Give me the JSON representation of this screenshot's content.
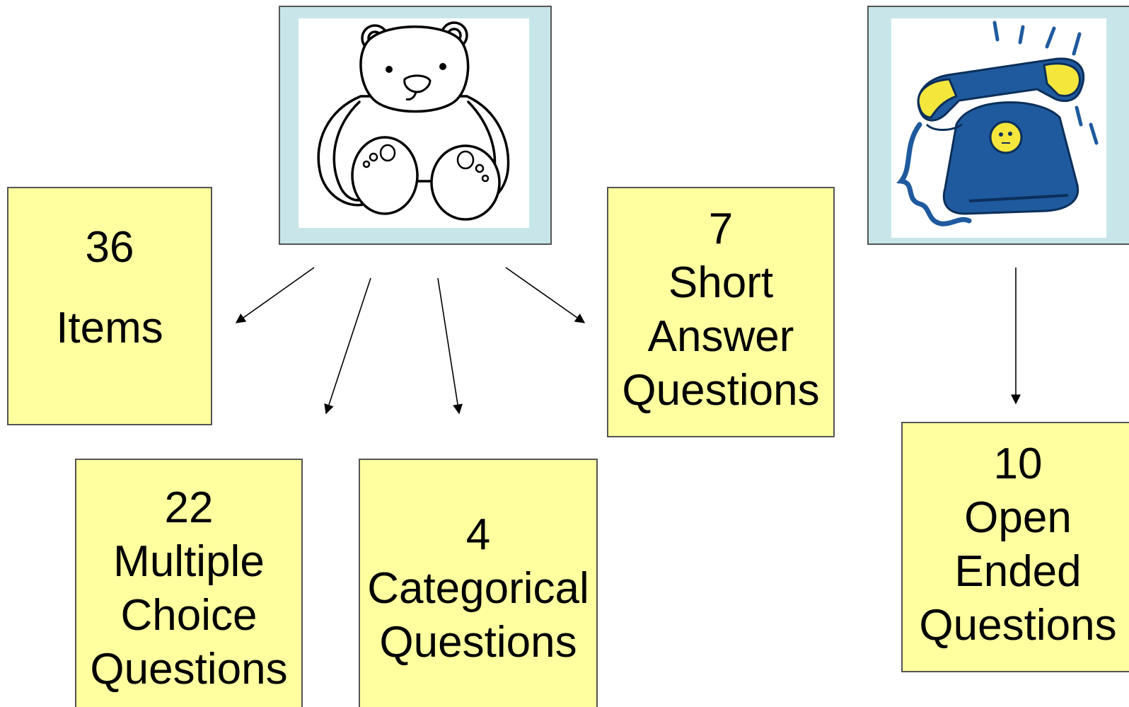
{
  "boxes": {
    "items": {
      "number": "36",
      "lines": [
        "Items"
      ]
    },
    "multiple_choice": {
      "number": "22",
      "lines": [
        "Multiple",
        "Choice",
        "Questions"
      ]
    },
    "categorical": {
      "number": "4",
      "lines": [
        "Categorical",
        "Questions"
      ]
    },
    "short_answer": {
      "number": "7",
      "lines": [
        "Short",
        "Answer",
        "Questions"
      ]
    },
    "open_ended": {
      "number": "10",
      "lines": [
        "Open",
        "Ended",
        "Questions"
      ]
    }
  },
  "images": {
    "left": {
      "icon": "teddy-bear-icon"
    },
    "right": {
      "icon": "telephone-icon"
    }
  },
  "colors": {
    "box_fill": "#ffffa0",
    "frame_fill": "#c8e6ea",
    "phone_blue": "#1f5a9e",
    "phone_yellow": "#f5e63c"
  }
}
